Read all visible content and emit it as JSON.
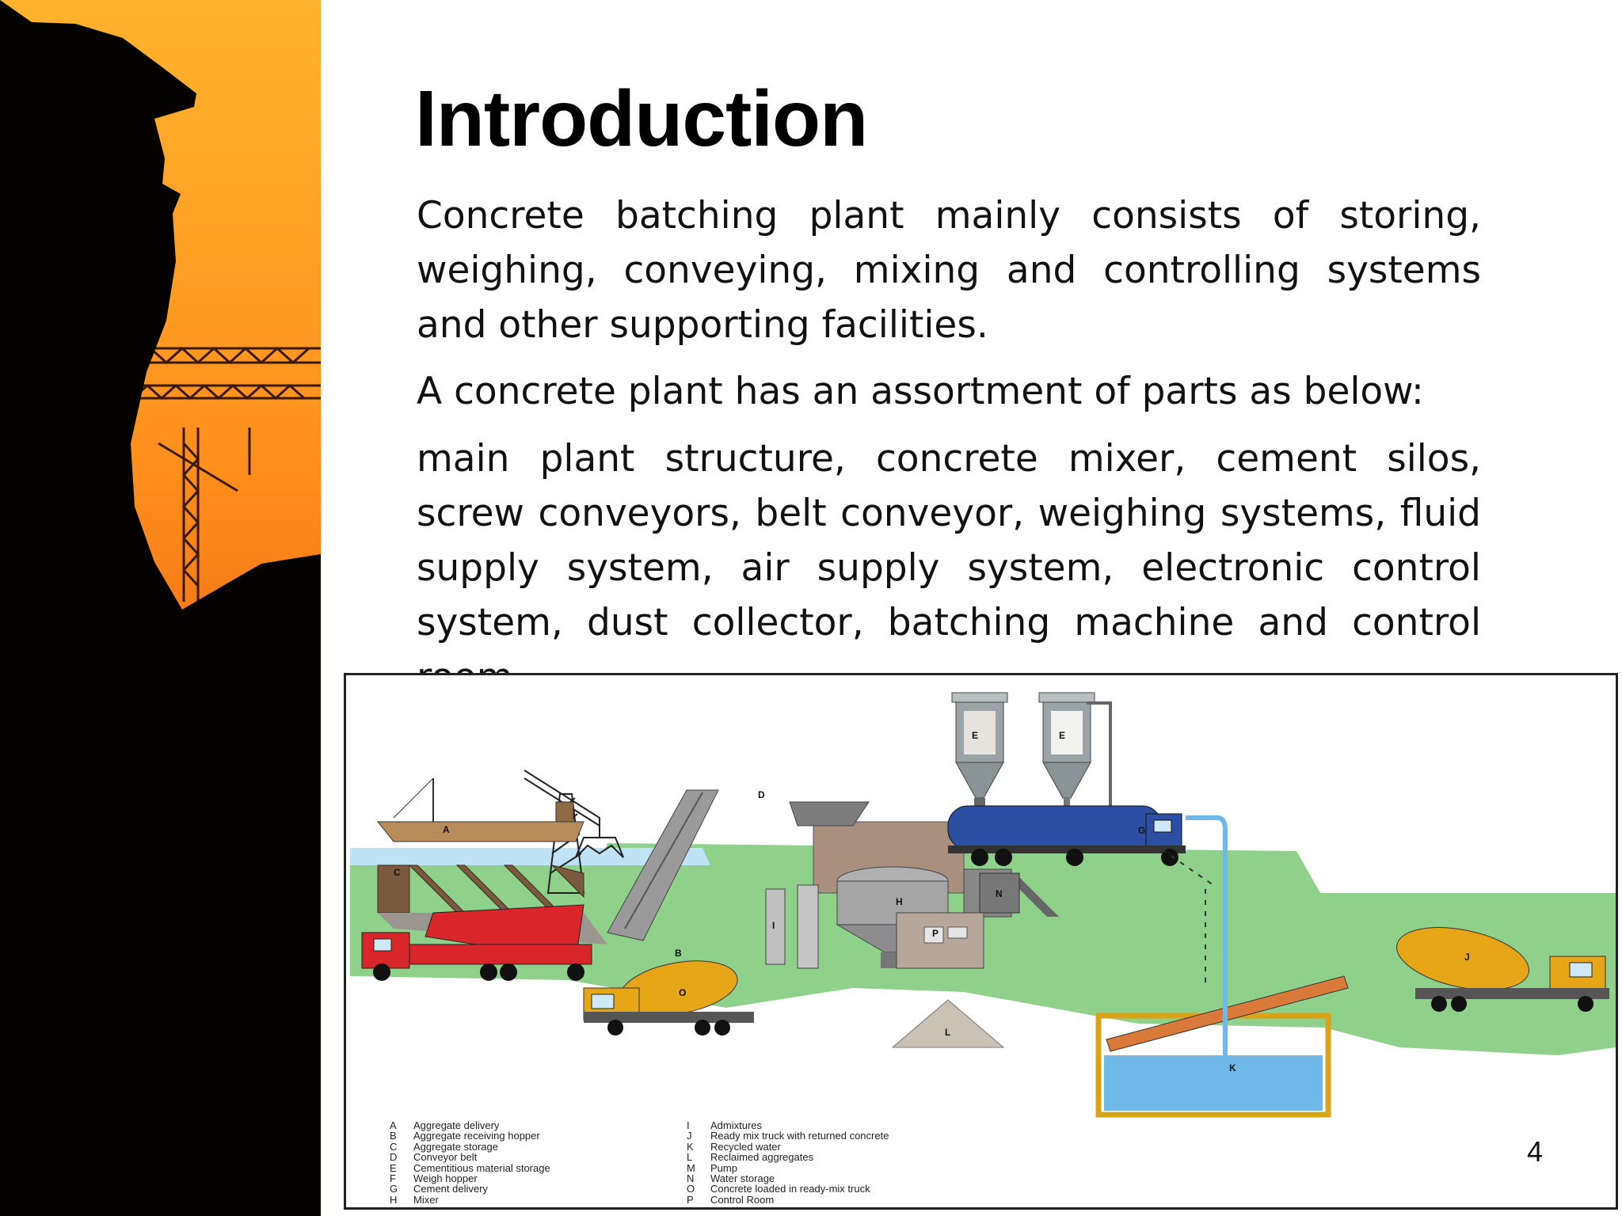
{
  "slide": {
    "title": "Introduction",
    "paragraphs": [
      "Concrete batching plant mainly consists of storing, weighing, conveying, mixing and controlling systems and other supporting facilities.",
      "A concrete plant has an assortment of parts as below:",
      "main plant structure, concrete mixer, cement silos, screw conveyors, belt conveyor, weighing systems, fluid supply system, air supply system, electronic control system, dust collector, batching machine and control room."
    ],
    "page_number": "4"
  },
  "figure": {
    "labels": {
      "A": "A",
      "B": "B",
      "C": "C",
      "D": "D",
      "E": "E",
      "G": "G",
      "H": "H",
      "I": "I",
      "J": "J",
      "K": "K",
      "L": "L",
      "N": "N",
      "O": "O",
      "P": "P"
    },
    "legend_left": [
      {
        "key": "A",
        "text": "Aggregate delivery"
      },
      {
        "key": "B",
        "text": "Aggregate receiving hopper"
      },
      {
        "key": "C",
        "text": "Aggregate storage"
      },
      {
        "key": "D",
        "text": "Conveyor belt"
      },
      {
        "key": "E",
        "text": "Cementitious material storage"
      },
      {
        "key": "F",
        "text": "Weigh hopper"
      },
      {
        "key": "G",
        "text": "Cement delivery"
      },
      {
        "key": "H",
        "text": "Mixer"
      }
    ],
    "legend_right": [
      {
        "key": "I",
        "text": "Admixtures"
      },
      {
        "key": "J",
        "text": "Ready mix truck with returned concrete"
      },
      {
        "key": "K",
        "text": "Recycled water"
      },
      {
        "key": "L",
        "text": "Reclaimed aggregates"
      },
      {
        "key": "M",
        "text": "Pump"
      },
      {
        "key": "N",
        "text": "Water storage"
      },
      {
        "key": "O",
        "text": "Concrete loaded in ready-mix truck"
      },
      {
        "key": "P",
        "text": "Control Room"
      }
    ]
  },
  "colors": {
    "sky_top": "#ffb32e",
    "sky_bottom": "#c84f0d",
    "ground_green": "#8fd08a",
    "truck_red": "#d8262a",
    "mixer_yellow": "#e6a617",
    "tanker_blue": "#2d4fa3",
    "water_blue": "#6fb8e8"
  },
  "icons": [
    "worker-silhouette-photo",
    "concrete-plant-diagram"
  ]
}
